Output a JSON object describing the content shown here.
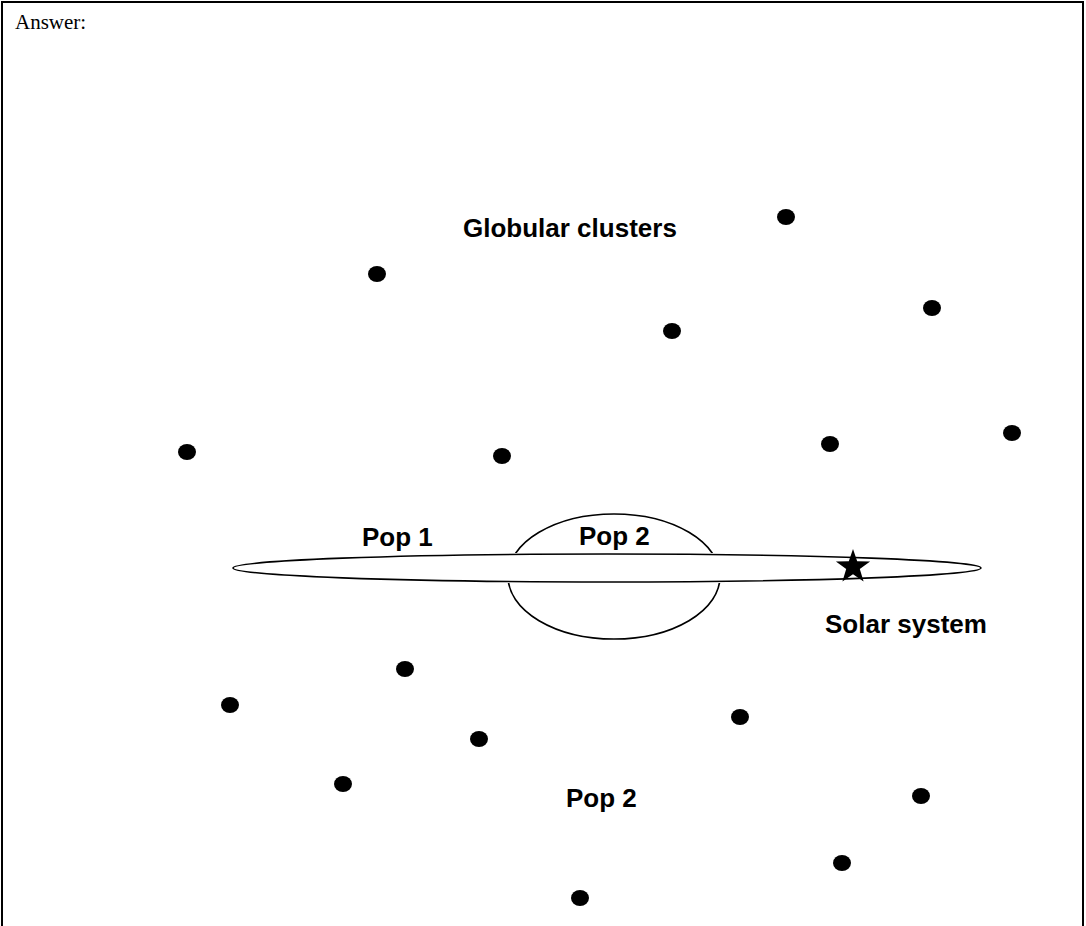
{
  "diagram": {
    "nodes": [
      {
        "text": [
          "Answer:"
        ]
      },
      {
        "text": [
          "Pop 1"
        ],
        "in": 0
      },
      {
        "text": [
          "Pop 2"
        ],
        "in": 0
      }
    ],
    "labels": [
      "Globular clusters",
      "Solar system",
      "Pop 2"
    ]
  }
}
